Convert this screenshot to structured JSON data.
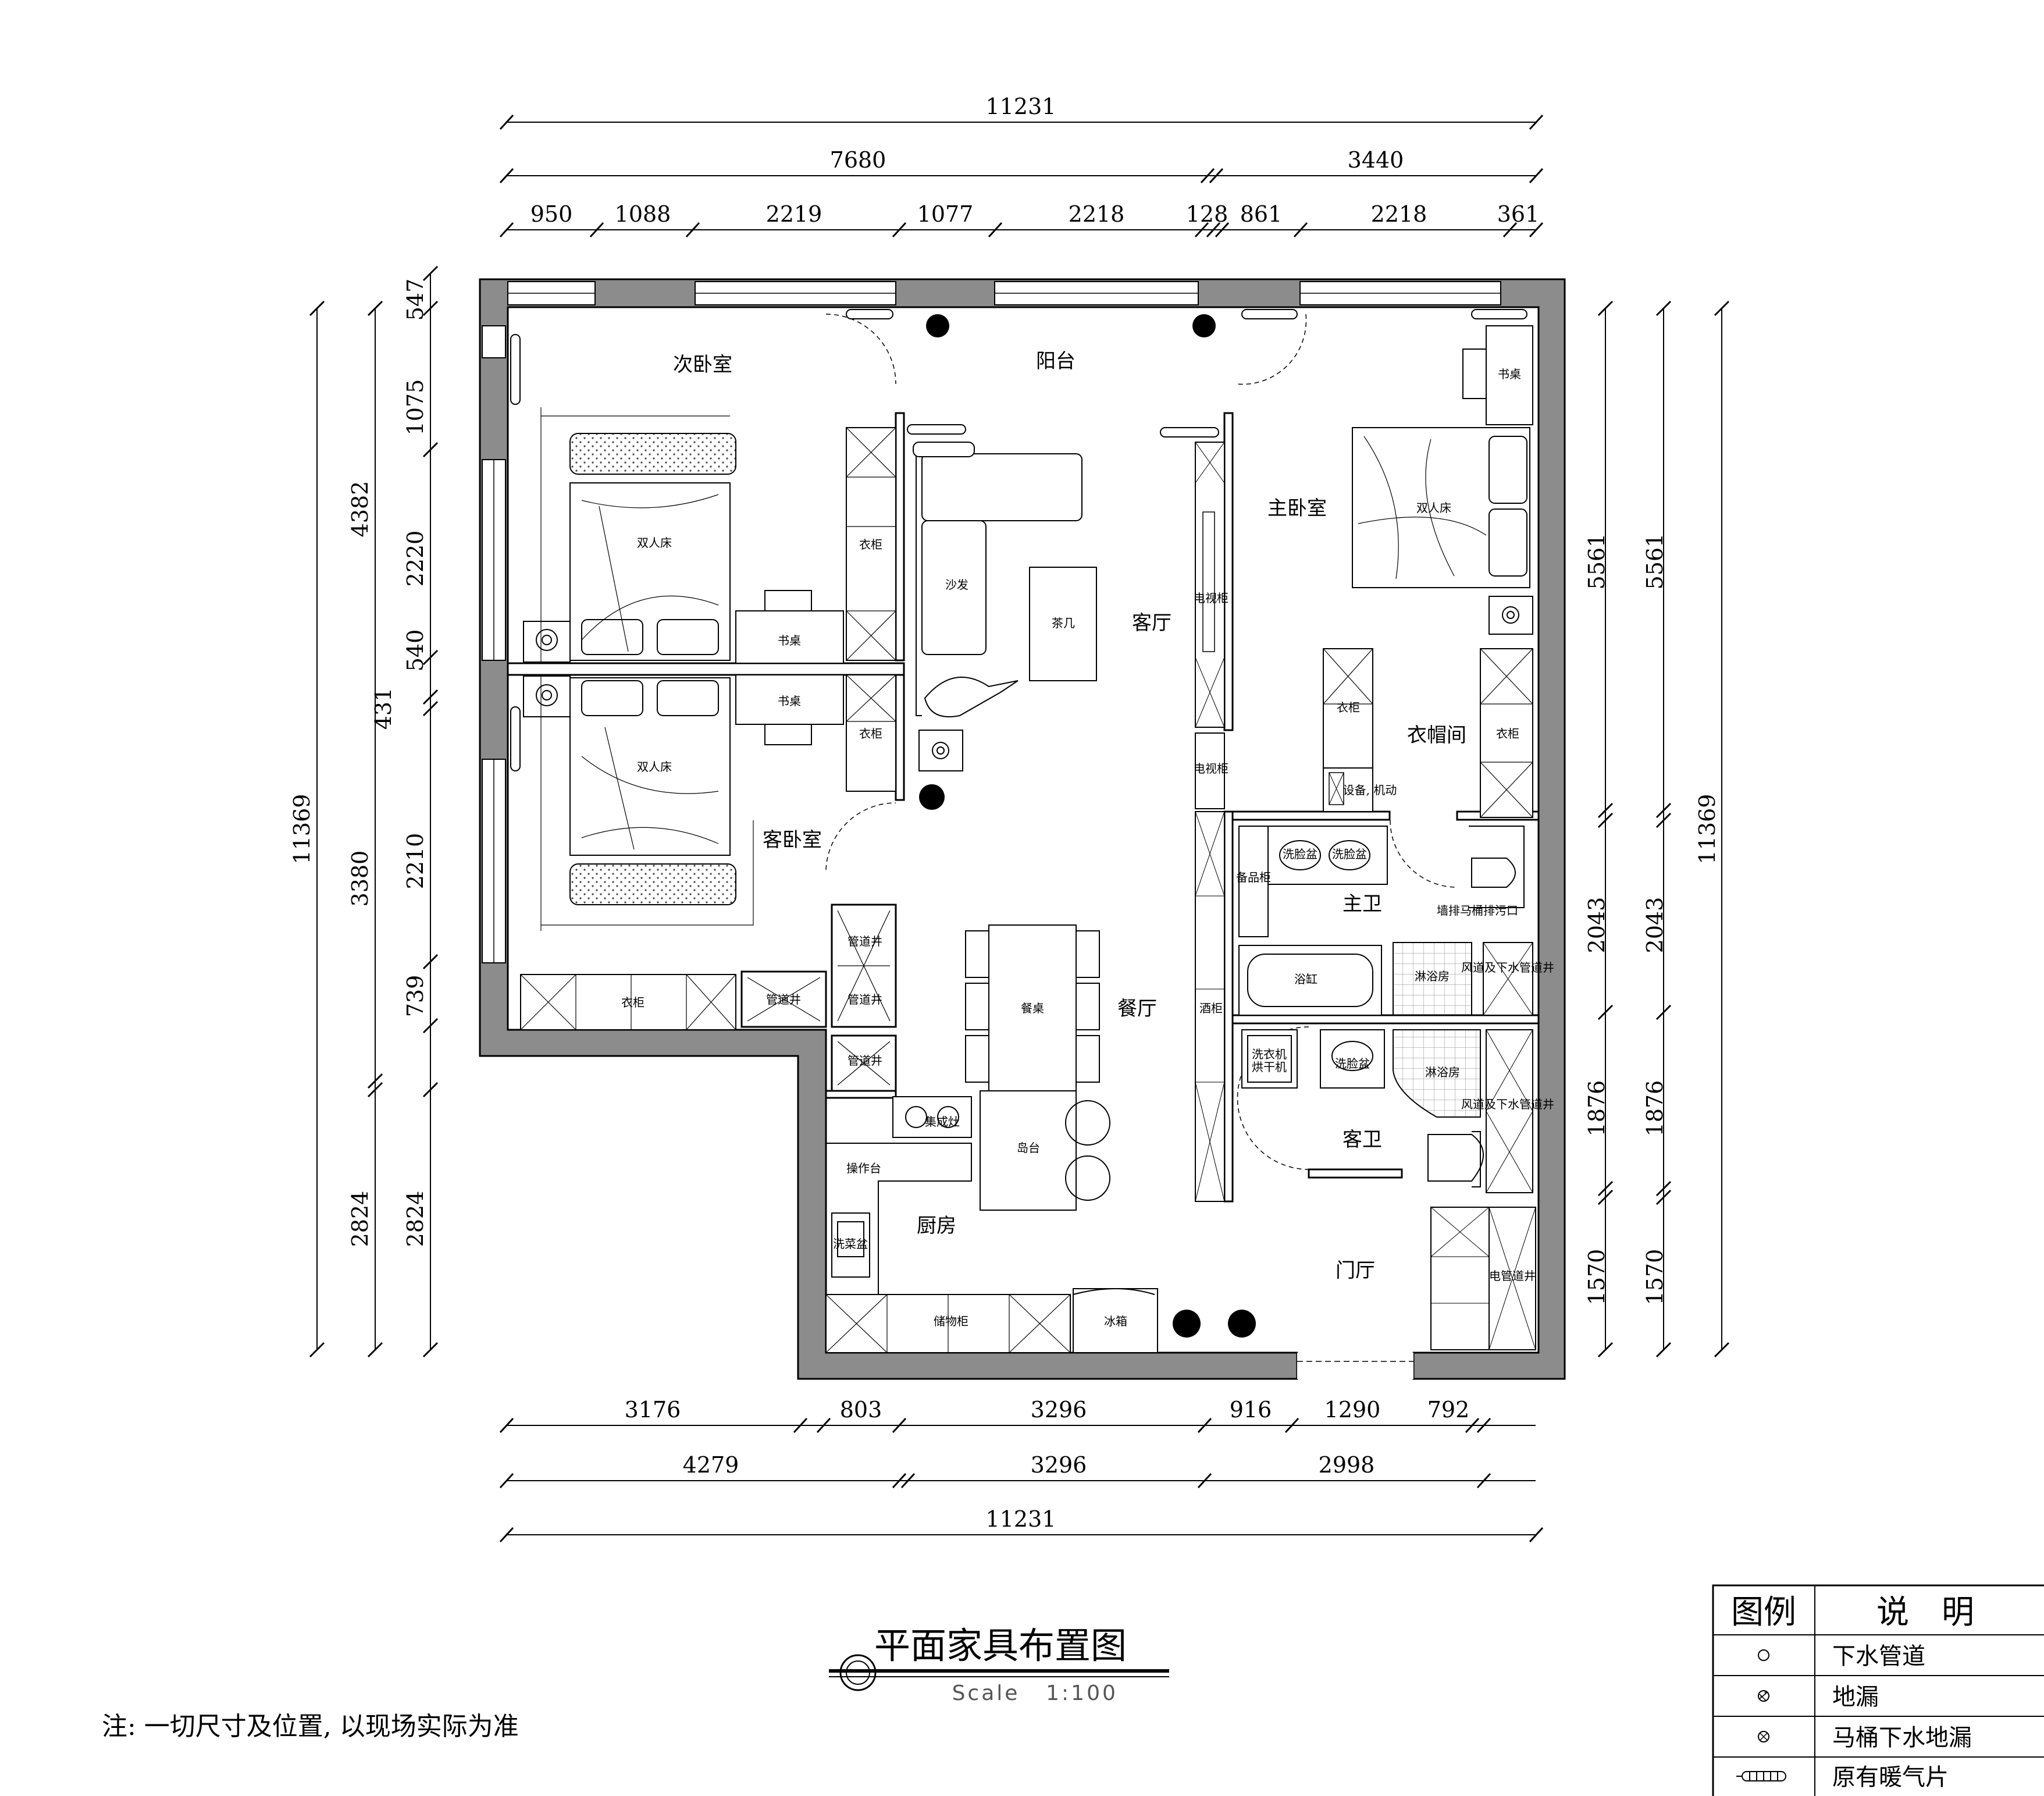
{
  "dimensions": {
    "top_total": "11231",
    "top_mid": [
      "7680",
      "3440"
    ],
    "top_detail": [
      "950",
      "1088",
      "2219",
      "1077",
      "2218",
      "128",
      "861",
      "2218",
      "361"
    ],
    "left_inner": [
      "547",
      "1075",
      "2220",
      "540",
      "431",
      "2210",
      "739"
    ],
    "left_mid": [
      "4382",
      "3380",
      "2824"
    ],
    "left_total": "11369",
    "right_inner": [
      "5561",
      "2043",
      "1876",
      "1570"
    ],
    "right_outer": [
      "5561",
      "2043",
      "1876",
      "1570"
    ],
    "right_total": "11369",
    "left_lower": "2824",
    "bottom_detail": [
      "3176",
      "803",
      "3296",
      "916",
      "1290",
      "792"
    ],
    "bottom_mid": [
      "4279",
      "3296",
      "2998"
    ],
    "bottom_total": "11231"
  },
  "rooms": {
    "second_bedroom": "次卧室",
    "balcony": "阳台",
    "master_bedroom": "主卧室",
    "living_room": "客厅",
    "cloakroom": "衣帽间",
    "guest_bedroom": "客卧室",
    "dining_room": "餐厅",
    "master_bath": "主卫",
    "guest_bath": "客卫",
    "kitchen": "厨房",
    "foyer": "门厅"
  },
  "furniture": {
    "double_bed": "双人床",
    "desk": "书桌",
    "wardrobe": "衣柜",
    "sofa": "沙发",
    "coffee_table": "茶几",
    "tv_cabinet": "电视柜",
    "dining_table": "餐桌",
    "wine_cabinet": "酒柜",
    "island": "岛台",
    "stove": "集成灶",
    "counter": "操作台",
    "sink_basin": "洗菜盆",
    "storage_cabinet": "储物柜",
    "fridge": "冰箱",
    "pipe_shaft": "管道井",
    "washbasin": "洗脸盆",
    "toiletry_cabinet": "备品柜",
    "bathtub": "浴缸",
    "shower": "淋浴房",
    "washer_dryer": "洗衣机\n烘干机",
    "wall_toilet_note": "墙排马桶排污口",
    "fan_pipe": "风道及下水管道井",
    "electric_shaft": "电管道井",
    "equipment_note": "设备, 机动"
  },
  "title": {
    "main": "平面家具布置图",
    "scale_label": "Scale",
    "scale_value": "1:100"
  },
  "note": "注: 一切尺寸及位置, 以现场实际为准",
  "legend": {
    "header_symbol": "图例",
    "header_desc": "说　明",
    "rows": [
      {
        "icon": "drain-pipe-icon",
        "desc": "下水管道"
      },
      {
        "icon": "floor-drain-icon",
        "desc": "地漏"
      },
      {
        "icon": "toilet-floor-drain-icon",
        "desc": "马桶下水地漏"
      },
      {
        "icon": "radiator-icon",
        "desc": "原有暖气片"
      }
    ]
  },
  "colors": {
    "wall": "#8c8c8c",
    "line": "#000000",
    "fill_pattern": "#555555"
  }
}
